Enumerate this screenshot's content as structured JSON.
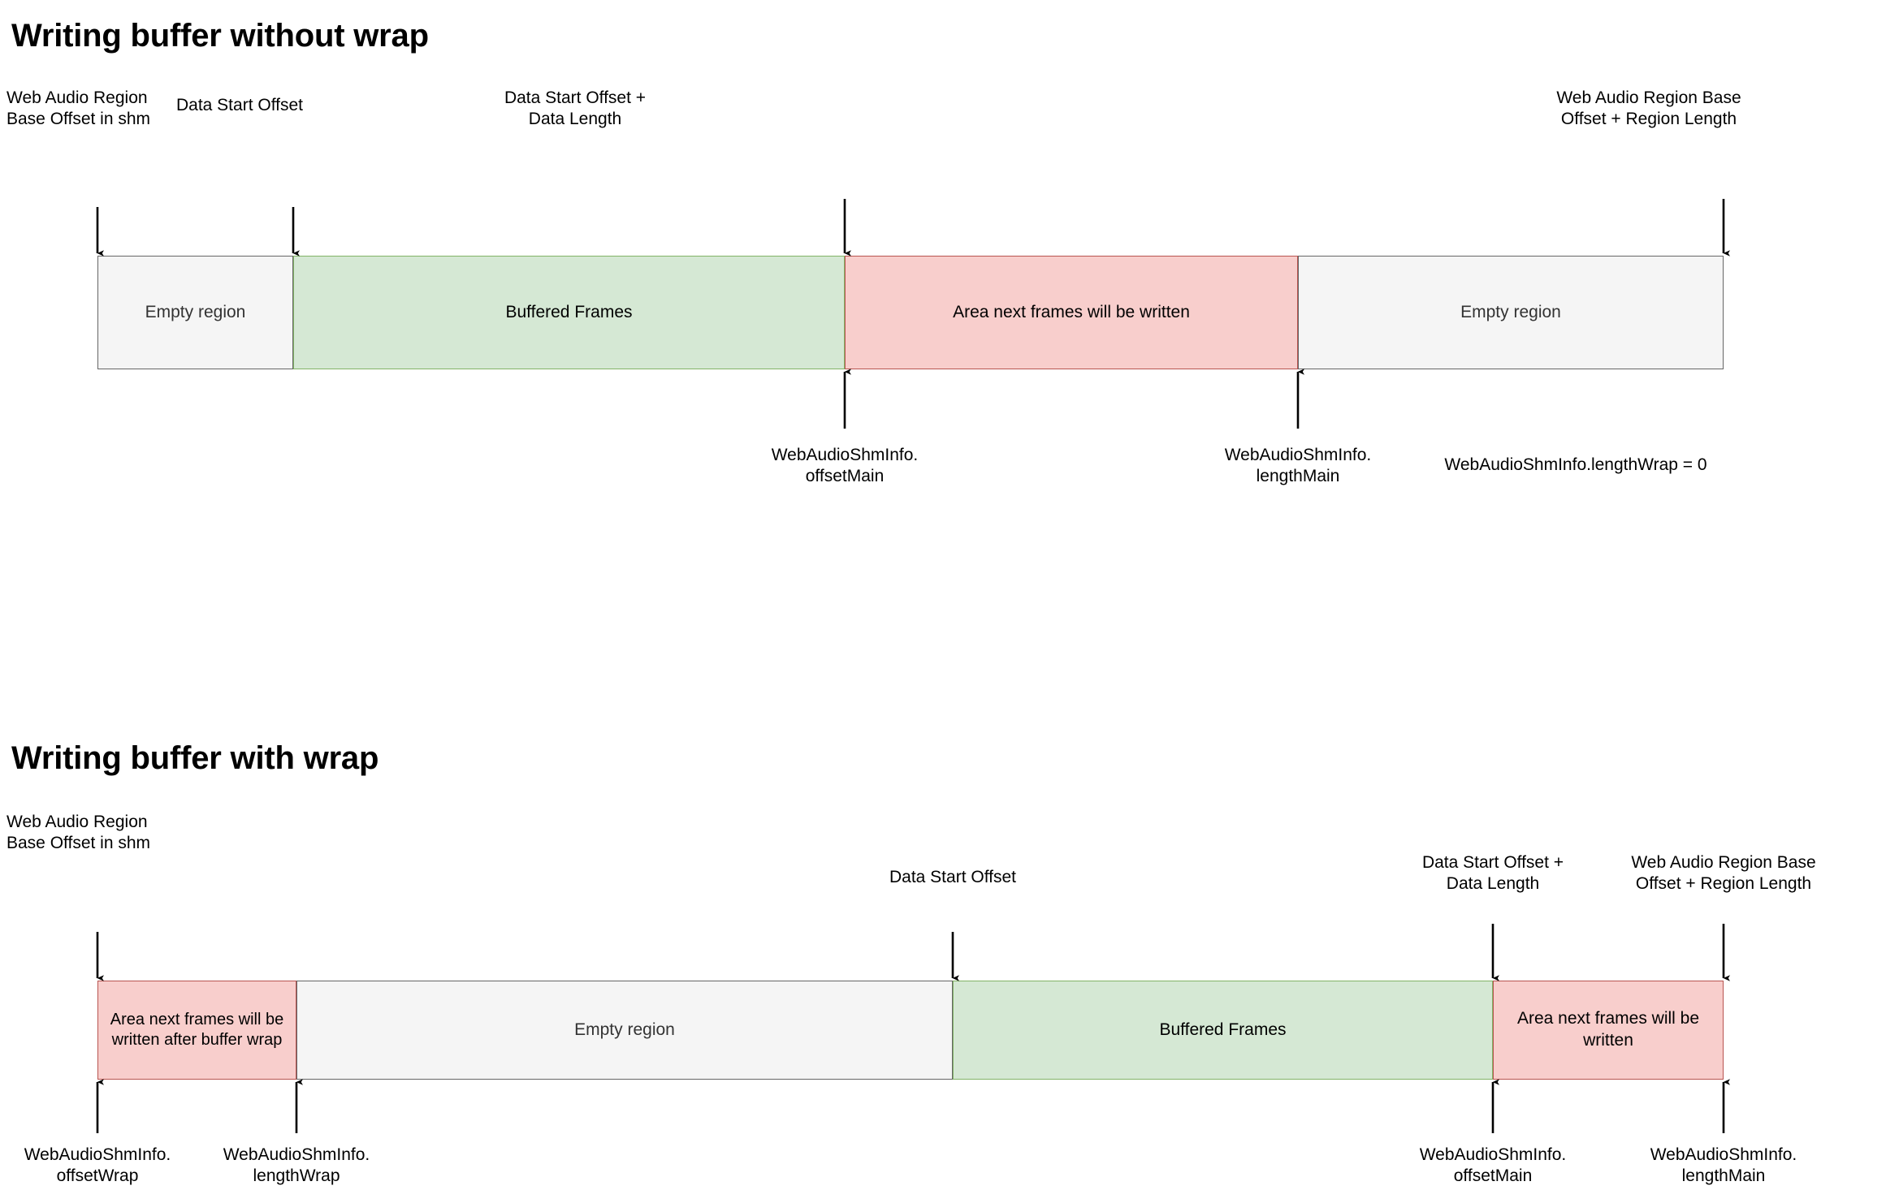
{
  "diagrams": [
    {
      "title": "Writing buffer without wrap",
      "top_labels": [
        {
          "text": "Web Audio Region\nBase Offset in shm"
        },
        {
          "text": "Data Start Offset"
        },
        {
          "text": "Data Start Offset +\nData Length"
        },
        {
          "text": "Web Audio Region Base\nOffset + Region Length"
        }
      ],
      "segments": [
        {
          "label": "Empty region",
          "kind": "empty"
        },
        {
          "label": "Buffered Frames",
          "kind": "green"
        },
        {
          "label": "Area next frames\nwill be written",
          "kind": "red"
        },
        {
          "label": "Empty region",
          "kind": "empty"
        }
      ],
      "bottom_labels": [
        {
          "text": "WebAudioShmInfo.\noffsetMain"
        },
        {
          "text": "WebAudioShmInfo.\nlengthMain"
        }
      ],
      "note": "WebAudioShmInfo.lengthWrap = 0"
    },
    {
      "title": "Writing buffer with wrap",
      "top_labels": [
        {
          "text": "Web Audio Region\nBase Offset in shm"
        },
        {
          "text": "Data Start Offset"
        },
        {
          "text": "Data Start Offset +\nData Length"
        },
        {
          "text": "Web Audio Region Base\nOffset + Region Length"
        }
      ],
      "segments": [
        {
          "label": "Area next frames\nwill be written after\nbuffer wrap",
          "kind": "red"
        },
        {
          "label": "Empty region",
          "kind": "empty"
        },
        {
          "label": "Buffered Frames",
          "kind": "green"
        },
        {
          "label": "Area next frames\nwill be written",
          "kind": "red"
        }
      ],
      "bottom_labels": [
        {
          "text": "WebAudioShmInfo.\noffsetWrap"
        },
        {
          "text": "WebAudioShmInfo.\nlengthWrap"
        },
        {
          "text": "WebAudioShmInfo.\noffsetMain"
        },
        {
          "text": "WebAudioShmInfo.\nlengthMain"
        }
      ]
    }
  ],
  "colors": {
    "green_fill": "#d5e8d4",
    "green_stroke": "#82b366",
    "red_fill": "#f8cecc",
    "red_stroke": "#b85450",
    "empty_fill": "#f5f5f5",
    "empty_stroke": "#666666",
    "text": "#000000",
    "muted_text": "#333333",
    "background": "#ffffff"
  }
}
